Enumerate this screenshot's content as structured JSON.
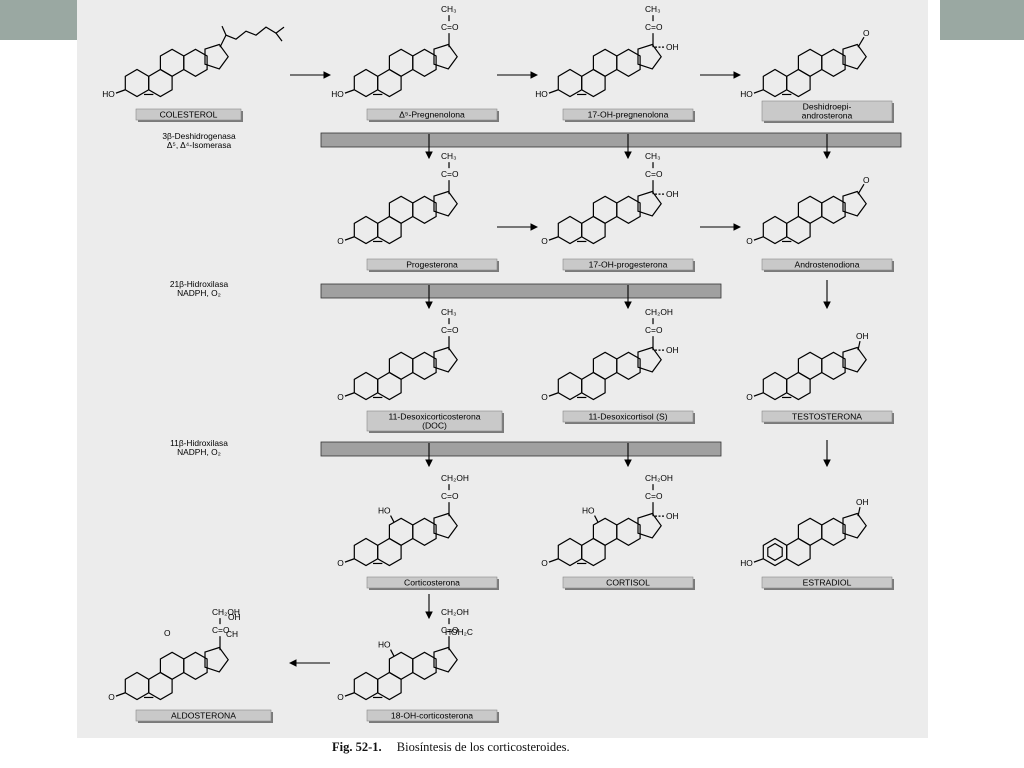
{
  "figure": {
    "caption_number": "Fig. 52-1.",
    "caption_text": "Biosíntesis de los corticosteroides."
  },
  "enzymes": [
    {
      "line1": "3β-Deshidrogenasa",
      "line2": "Δ⁵, Δ⁴-Isomerasa"
    },
    {
      "line1": "21β-Hidroxilasa",
      "line2": "NADPH, O₂"
    },
    {
      "line1": "11β-Hidroxilasa",
      "line2": "NADPH, O₂"
    }
  ],
  "compounds": [
    {
      "line1": "COLESTEROL",
      "line2": ""
    },
    {
      "line1": "Δ⁵-Pregnenolona",
      "line2": ""
    },
    {
      "line1": "17-OH-pregnenolona",
      "line2": ""
    },
    {
      "line1": "Deshidroepi-",
      "line2": "androsterona"
    },
    {
      "line1": "Progesterona",
      "line2": ""
    },
    {
      "line1": "17-OH-progesterona",
      "line2": ""
    },
    {
      "line1": "Androstenodiona",
      "line2": ""
    },
    {
      "line1": "11-Desoxicorticosterona",
      "line2": "(DOC)"
    },
    {
      "line1": "11-Desoxicortisol (S)",
      "line2": ""
    },
    {
      "line1": "TESTOSTERONA",
      "line2": ""
    },
    {
      "line1": "Corticosterona",
      "line2": ""
    },
    {
      "line1": "CORTISOL",
      "line2": ""
    },
    {
      "line1": "ESTRADIOL",
      "line2": ""
    },
    {
      "line1": "ALDOSTERONA",
      "line2": ""
    },
    {
      "line1": "18-OH-corticosterona",
      "line2": ""
    }
  ],
  "atoms": {
    "ho": "HO",
    "oh": "OH",
    "o": "O",
    "ch3": "CH₃",
    "ceo": "C=O",
    "ch2oh": "CH₂OH",
    "hoh2c": "HOH₂C",
    "ch": "CH"
  }
}
